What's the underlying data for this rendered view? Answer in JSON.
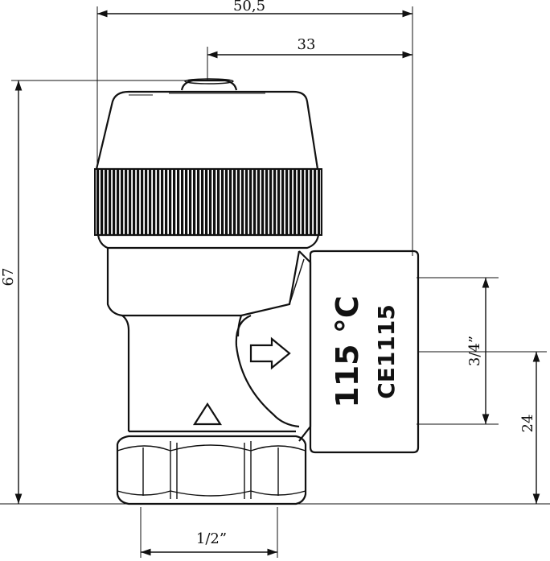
{
  "dimensions": {
    "overall_width": "50,5",
    "outlet_offset": "33",
    "overall_height": "67",
    "outlet_thread": "3/4”",
    "outlet_height": "24",
    "inlet_thread": "1/2”"
  },
  "body_markings": {
    "temperature": "115 °C",
    "certification": "CE1115"
  },
  "symbols": {
    "flow_arrow": "arrow-right-icon",
    "warning_triangle": "triangle-icon"
  }
}
